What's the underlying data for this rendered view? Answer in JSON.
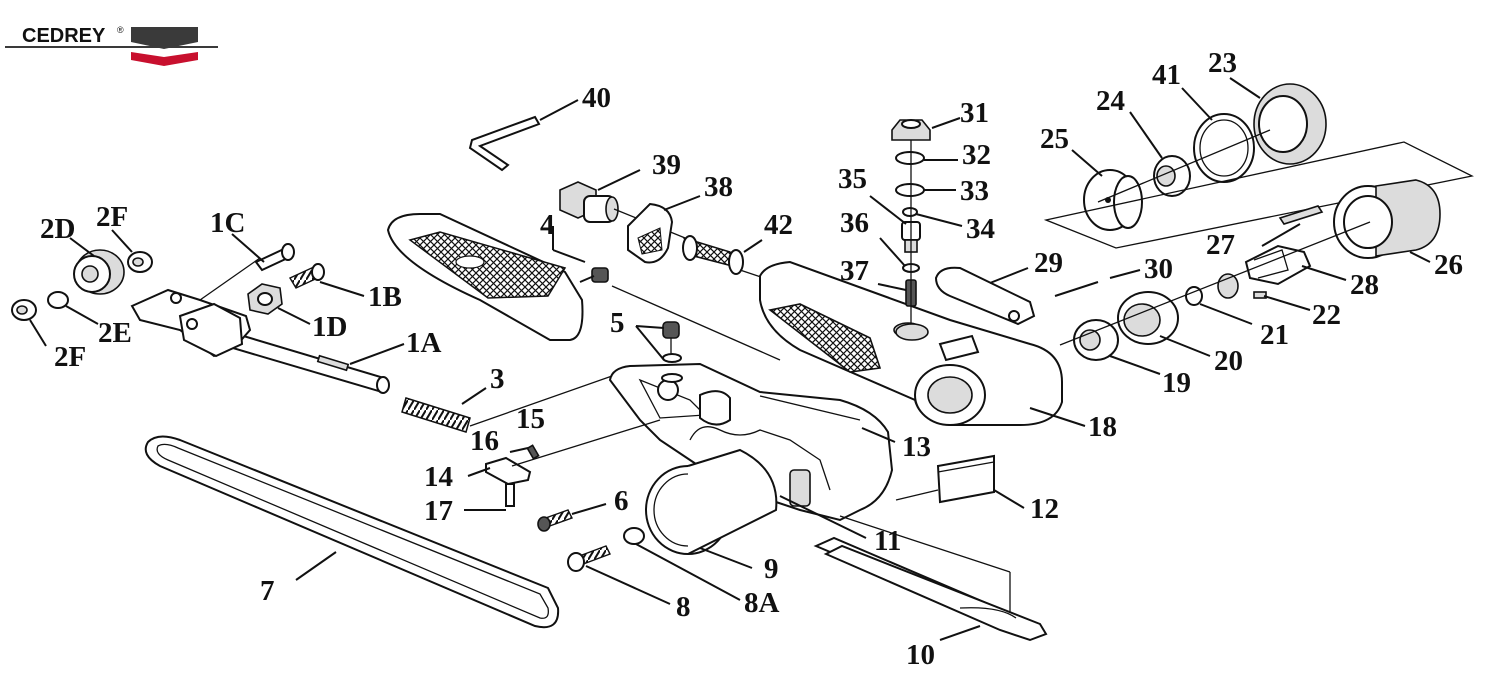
{
  "brand": {
    "name": "CEDREY",
    "registered_mark": "®",
    "colors": {
      "dark": "#3a3a3a",
      "red": "#c8102e"
    }
  },
  "labels": {
    "p1A": "1A",
    "p1B": "1B",
    "p1C": "1C",
    "p1D": "1D",
    "p2D": "2D",
    "p2E": "2E",
    "p2F_top": "2F",
    "p2F_bottom": "2F",
    "p3": "3",
    "p4": "4",
    "p5": "5",
    "p6": "6",
    "p7": "7",
    "p8": "8",
    "p8A": "8A",
    "p9": "9",
    "p10": "10",
    "p11": "11",
    "p12": "12",
    "p13": "13",
    "p14": "14",
    "p15": "15",
    "p16": "16",
    "p17": "17",
    "p18": "18",
    "p19": "19",
    "p20": "20",
    "p21": "21",
    "p22": "22",
    "p23": "23",
    "p24": "24",
    "p25": "25",
    "p26": "26",
    "p27": "27",
    "p28": "28",
    "p29": "29",
    "p30": "30",
    "p31": "31",
    "p32": "32",
    "p33": "33",
    "p34": "34",
    "p35": "35",
    "p36": "36",
    "p37": "37",
    "p38": "38",
    "p39": "39",
    "p40": "40",
    "p41": "41",
    "p42": "42"
  }
}
